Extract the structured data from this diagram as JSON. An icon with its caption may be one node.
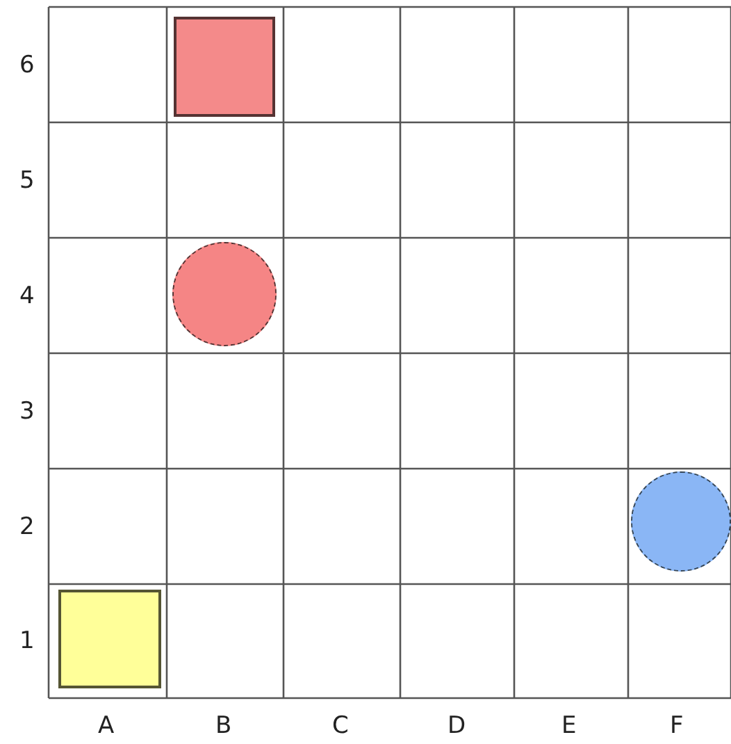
{
  "diagram": {
    "nodes": [
      {
        "text": [],
        "shape": "box"
      },
      {
        "text": [],
        "shape": "circle"
      },
      {
        "text": [],
        "shape": "circle"
      },
      {
        "text": [],
        "shape": "box"
      }
    ],
    "labels": [
      "6",
      "5",
      "4",
      "3",
      "2",
      "1",
      "A",
      "B",
      "C",
      "D",
      "E",
      "F"
    ]
  }
}
